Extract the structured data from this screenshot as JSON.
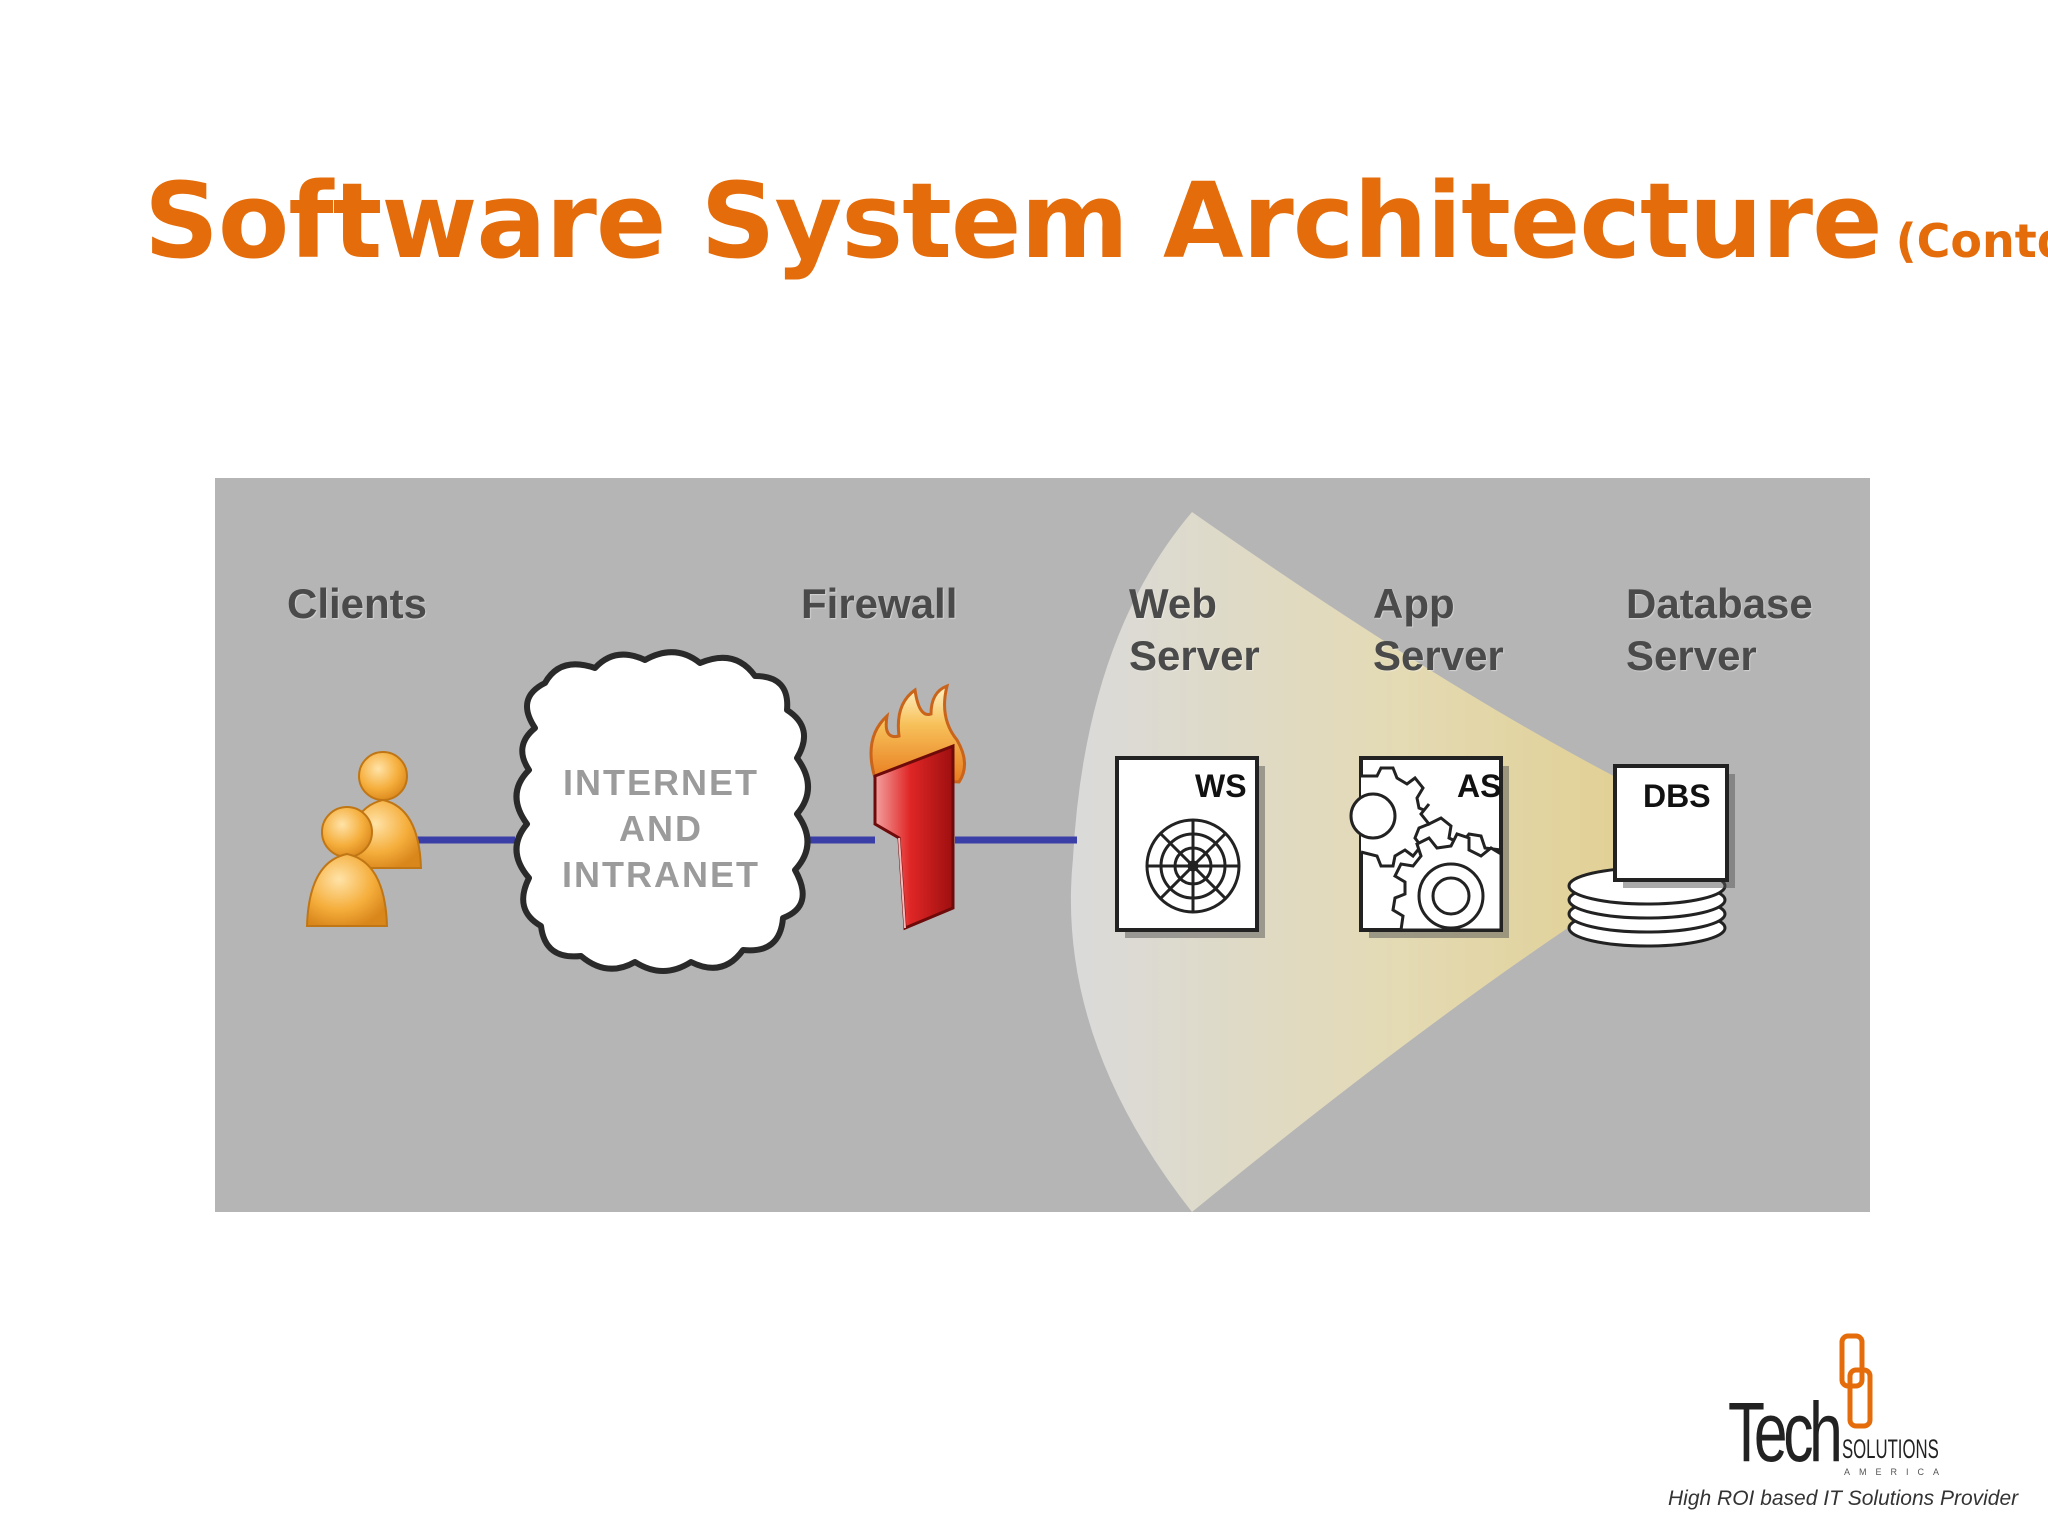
{
  "slide": {
    "title": "Software System Architecture",
    "title_suffix": "(Contd.)",
    "accent_color": "#e46c0a"
  },
  "diagram": {
    "background_color": "#b5b5b5",
    "connector_color": "#3a3fa8",
    "labels": {
      "clients": "Clients",
      "firewall": "Firewall",
      "web_server": [
        "Web",
        "Server"
      ],
      "app_server": [
        "App",
        "Server"
      ],
      "database_server": [
        "Database",
        "Server"
      ]
    },
    "cloud_text": [
      "INTERNET",
      "AND",
      "INTRANET"
    ],
    "server_codes": {
      "web": "WS",
      "app": "AS",
      "database": "DBS"
    },
    "icons": [
      "clients-icon",
      "cloud-icon",
      "firewall-icon",
      "web-server-icon",
      "app-server-icon",
      "database-server-icon"
    ]
  },
  "logo": {
    "wordmark": "Tech",
    "subword": "SOLUTIONS",
    "region": "AMERICA",
    "tagline": "High ROI based IT Solutions Provider"
  }
}
